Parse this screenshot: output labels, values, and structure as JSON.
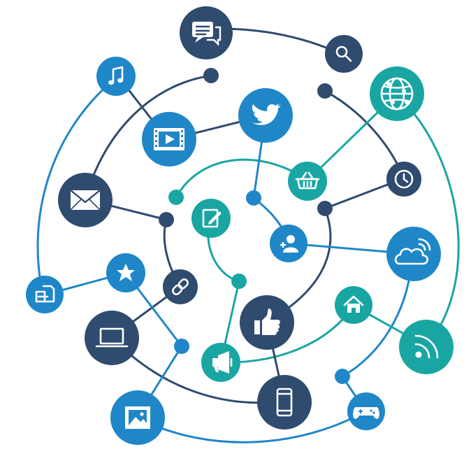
{
  "colors": {
    "navy": "#2f4b6e",
    "blue": "#1f87c8",
    "teal": "#19a6a3",
    "background": "#ffffff"
  },
  "nodes": [
    {
      "id": "chat",
      "icon": "chat-bubbles-icon",
      "color": "navy"
    },
    {
      "id": "search",
      "icon": "search-icon",
      "color": "navy"
    },
    {
      "id": "music",
      "icon": "music-note-icon",
      "color": "blue"
    },
    {
      "id": "globe",
      "icon": "globe-network-icon",
      "color": "teal"
    },
    {
      "id": "twitter",
      "icon": "bird-icon",
      "color": "blue"
    },
    {
      "id": "video",
      "icon": "video-film-icon",
      "color": "blue"
    },
    {
      "id": "basket",
      "icon": "shopping-basket-icon",
      "color": "teal"
    },
    {
      "id": "clock",
      "icon": "clock-icon",
      "color": "navy"
    },
    {
      "id": "mail",
      "icon": "envelope-icon",
      "color": "navy"
    },
    {
      "id": "edit",
      "icon": "edit-note-icon",
      "color": "teal"
    },
    {
      "id": "add-user",
      "icon": "add-user-icon",
      "color": "blue"
    },
    {
      "id": "cloud",
      "icon": "cloud-wifi-icon",
      "color": "blue"
    },
    {
      "id": "star",
      "icon": "star-icon",
      "color": "blue"
    },
    {
      "id": "document",
      "icon": "document-export-icon",
      "color": "blue"
    },
    {
      "id": "link",
      "icon": "chain-link-icon",
      "color": "navy"
    },
    {
      "id": "home",
      "icon": "home-icon",
      "color": "teal"
    },
    {
      "id": "like",
      "icon": "thumbs-up-icon",
      "color": "navy"
    },
    {
      "id": "rss",
      "icon": "rss-feed-icon",
      "color": "teal"
    },
    {
      "id": "laptop",
      "icon": "laptop-icon",
      "color": "navy"
    },
    {
      "id": "megaphone",
      "icon": "megaphone-icon",
      "color": "teal"
    },
    {
      "id": "phone",
      "icon": "smartphone-icon",
      "color": "navy"
    },
    {
      "id": "gamepad",
      "icon": "gamepad-icon",
      "color": "blue"
    },
    {
      "id": "image",
      "icon": "picture-icon",
      "color": "blue"
    }
  ]
}
